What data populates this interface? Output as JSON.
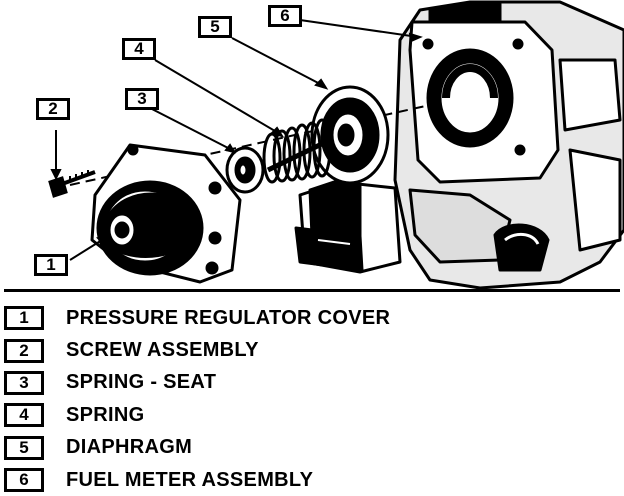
{
  "callouts": {
    "c1": "1",
    "c2": "2",
    "c3": "3",
    "c4": "4",
    "c5": "5",
    "c6": "6"
  },
  "legend": [
    {
      "num": "1",
      "label": "PRESSURE REGULATOR COVER"
    },
    {
      "num": "2",
      "label": "SCREW ASSEMBLY"
    },
    {
      "num": "3",
      "label": "SPRING - SEAT"
    },
    {
      "num": "4",
      "label": "SPRING"
    },
    {
      "num": "5",
      "label": "DIAPHRAGM"
    },
    {
      "num": "6",
      "label": "FUEL METER ASSEMBLY"
    }
  ]
}
